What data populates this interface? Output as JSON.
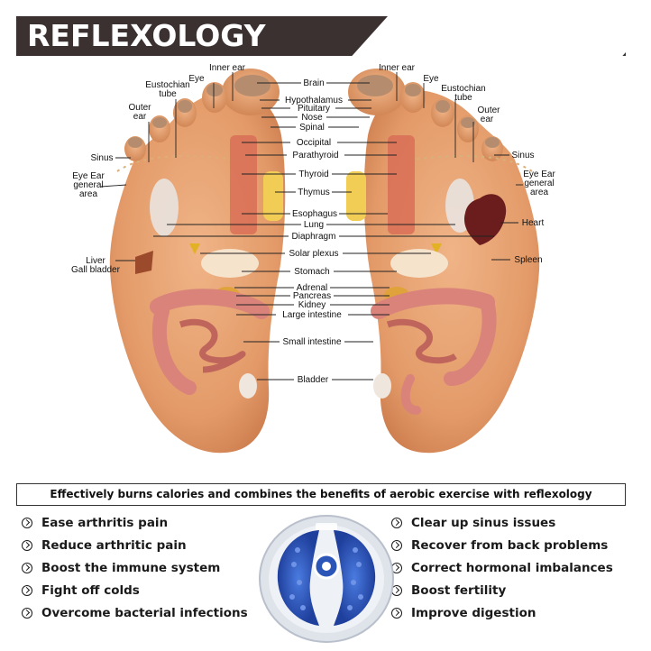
{
  "header": {
    "title": "REFLEXOLOGY"
  },
  "labels": {
    "inner_ear_left": "Inner ear",
    "eye_left": "Eye",
    "eustochian_left_1": "Eustochian",
    "eustochian_left_2": "tube",
    "outer_left_1": "Outer",
    "outer_left_2": "ear",
    "sinus_left": "Sinus",
    "eyeear_left_1": "Eye Ear",
    "eyeear_left_2": "general",
    "eyeear_left_3": "area",
    "liver_1": "Liver",
    "liver_2": "Gall bladder",
    "inner_ear_right": "Inner ear",
    "eye_right": "Eye",
    "eustochian_right_1": "Eustochian",
    "eustochian_right_2": "tube",
    "outer_right_1": "Outer",
    "outer_right_2": "ear",
    "sinus_right": "Sinus",
    "eyeear_right_1": "Eye Ear",
    "eyeear_right_2": "general",
    "eyeear_right_3": "area",
    "heart": "Heart",
    "spleen": "Spleen",
    "brain": "Brain",
    "hypothalamus": "Hypothalamus",
    "pituitary": "Pituitary",
    "nose": "Nose",
    "spinal": "Spinal",
    "occipital": "Occipital",
    "parathyroid": "Parathyroid",
    "thyroid": "Thyroid",
    "thymus": "Thymus",
    "esophagus": "Esophagus",
    "lung": "Lung",
    "diaphragm": "Diaphragm",
    "solar_plexus": "Solar plexus",
    "stomach": "Stomach",
    "adrenal": "Adrenal",
    "pancreas": "Pancreas",
    "kidney": "Kidney",
    "large_intestine": "Large intestine",
    "small_intestine": "Small intestine",
    "bladder": "Bladder"
  },
  "tagline": "Effectively burns calories and combines the benefits of aerobic exercise with reflexology",
  "benefits_left": [
    "Ease arthritis pain",
    "Reduce arthritic pain",
    "Boost the immune system",
    "Fight off colds",
    "Overcome bacterial infections"
  ],
  "benefits_right": [
    "Clear up sinus issues",
    "Recover from back problems",
    "Correct hormonal imbalances",
    "Boost fertility",
    "Improve digestion"
  ],
  "colors": {
    "header_bg": "#3b3131",
    "skin": "#e8a274",
    "skin_dark": "#c97a4c",
    "intestine": "#d9837a",
    "disc_blue": "#2c55b8",
    "disc_rim": "#dfe3ea"
  }
}
